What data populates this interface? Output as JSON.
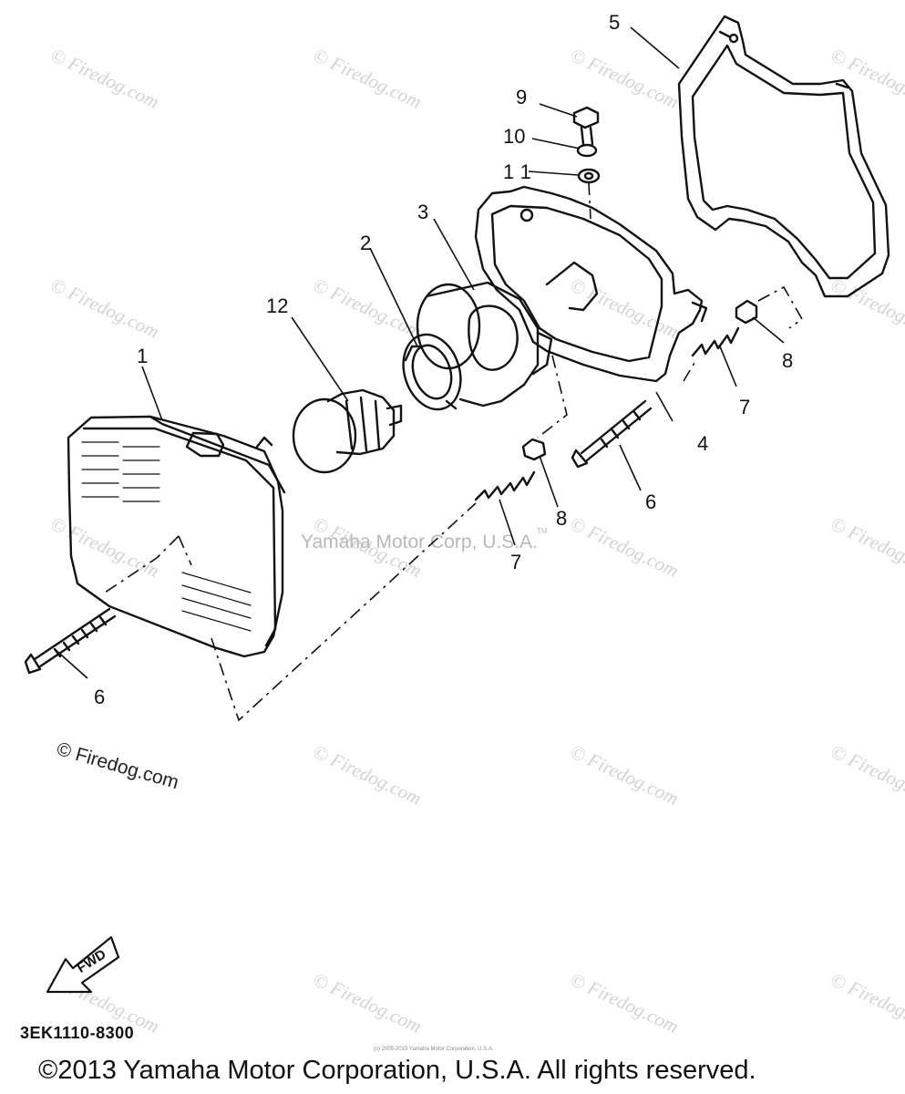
{
  "watermark_text": "© Firedog.com",
  "center_credit": {
    "text": "Yamaha Motor Corp, U.S.A.",
    "tm": "TM"
  },
  "firedog_mark": "© Firedog.com",
  "fwd_label": "FWD",
  "diagram_code": "3EK1110-8300",
  "tiny_copyright": "(c) 2005-2015 Yamaha Motor Corporation, U.S.A.",
  "footer": "©2013 Yamaha Motor Corporation, U.S.A. All rights reserved.",
  "callouts": [
    "1",
    "2",
    "3",
    "4",
    "5",
    "6",
    "6",
    "7",
    "7",
    "8",
    "8",
    "9",
    "10",
    "11",
    "12"
  ]
}
